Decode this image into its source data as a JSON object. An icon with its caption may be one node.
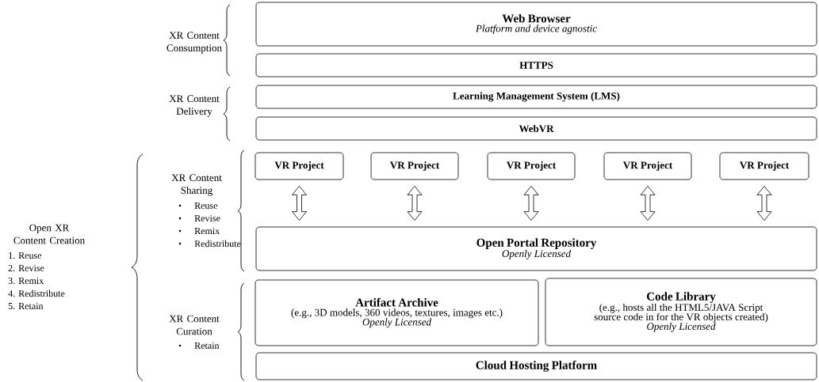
{
  "diagram": {
    "nodes": [
      {
        "text": [
          "Web Browser",
          "Platform and device agnostic"
        ]
      },
      {
        "text": [
          "HTTPS"
        ]
      },
      {
        "text": [
          "Learning Management System (LMS)"
        ]
      },
      {
        "text": [
          "WebVR"
        ]
      },
      {
        "text": [
          "VR Project"
        ]
      },
      {
        "text": [
          "VR Project"
        ]
      },
      {
        "text": [
          "VR Project"
        ]
      },
      {
        "text": [
          "VR Project"
        ]
      },
      {
        "text": [
          "VR Project"
        ]
      },
      {
        "text": [
          "Open Portal Repository",
          "Openly Licensed"
        ]
      },
      {
        "text": [
          "Artifact Archive",
          "(e.g., 3D models, 360 videos, textures, images etc.)",
          "Openly Licensed"
        ]
      },
      {
        "text": [
          "Code Library",
          "(e.g., hosts all the HTML5/JAVA Script source code in for the VR objects created)",
          "Openly Licensed"
        ]
      },
      {
        "text": [
          "Cloud Hosting Platform"
        ]
      }
    ],
    "edges": [
      {
        "from": 4,
        "to": 9,
        "arrow": "both"
      },
      {
        "from": 5,
        "to": 9,
        "arrow": "both"
      },
      {
        "from": 6,
        "to": 9,
        "arrow": "both"
      },
      {
        "from": 7,
        "to": 9,
        "arrow": "both"
      },
      {
        "from": 8,
        "to": 9,
        "arrow": "both"
      }
    ],
    "labels": [
      "XR Content Consumption",
      "XR Content Delivery",
      "XR Content Sharing",
      "Reuse",
      "Revise",
      "Remix",
      "Redistribute",
      "Open XR Content Creation",
      "1. Reuse",
      "2. Revise",
      "3. Remix",
      "4. Redistribute",
      "5. Retain",
      "XR Content Curation",
      "Retain"
    ]
  }
}
